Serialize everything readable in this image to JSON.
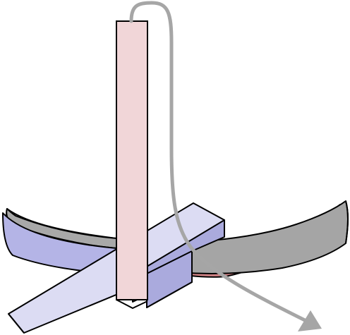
{
  "diagram": {
    "kind": "3d-illustration",
    "description_elements": [
      "vertical-pink-bar",
      "diagonal-lavender-bar",
      "curved-gray-band",
      "curved-blue-band",
      "curved-red-band",
      "gray-curved-arrow"
    ],
    "colors": {
      "pink_bar_front": "#f1d6d8",
      "pink_bar_side": "#e3b6ba",
      "lavender_bar_top": "#dcdcf3",
      "lavender_bar_side": "#aaaadd",
      "gray_band_top": "#a8a8a8",
      "gray_band_edge": "#909090",
      "blue_band": "#b4b4e6",
      "blue_band_edge": "#8f8fcf",
      "red_band": "#d9878a",
      "arrow": "#a6a6a6",
      "outline": "#000000"
    }
  }
}
